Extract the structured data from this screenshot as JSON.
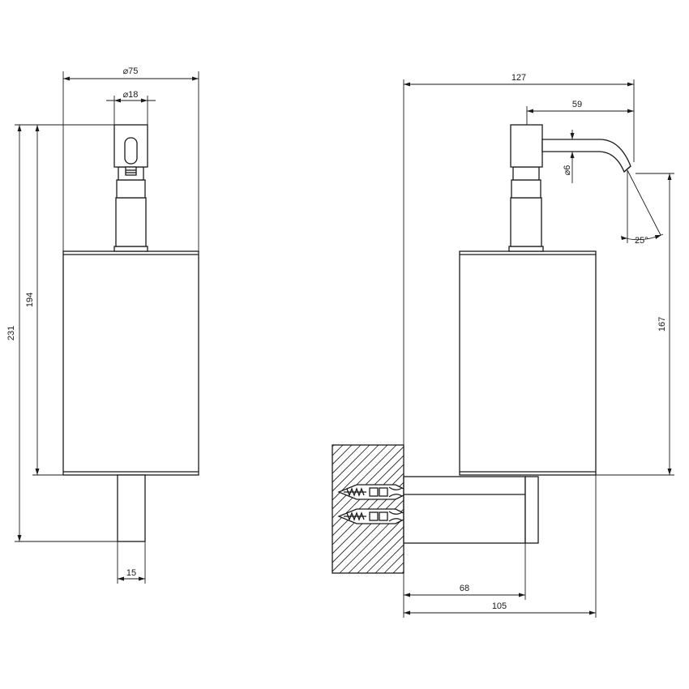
{
  "dimensions": {
    "front_diameter_outer": "⌀75",
    "front_diameter_pump": "⌀18",
    "front_height_total": "231",
    "front_height_body": "194",
    "front_bracket_width": "15",
    "side_depth_total": "127",
    "side_spout_length": "59",
    "side_spout_diameter": "⌀6",
    "side_spout_angle": "25°",
    "side_spout_height": "167",
    "side_bracket_depth": "68",
    "side_body_depth": "105"
  },
  "colors": {
    "line": "#1a1a1a",
    "background": "#ffffff"
  }
}
